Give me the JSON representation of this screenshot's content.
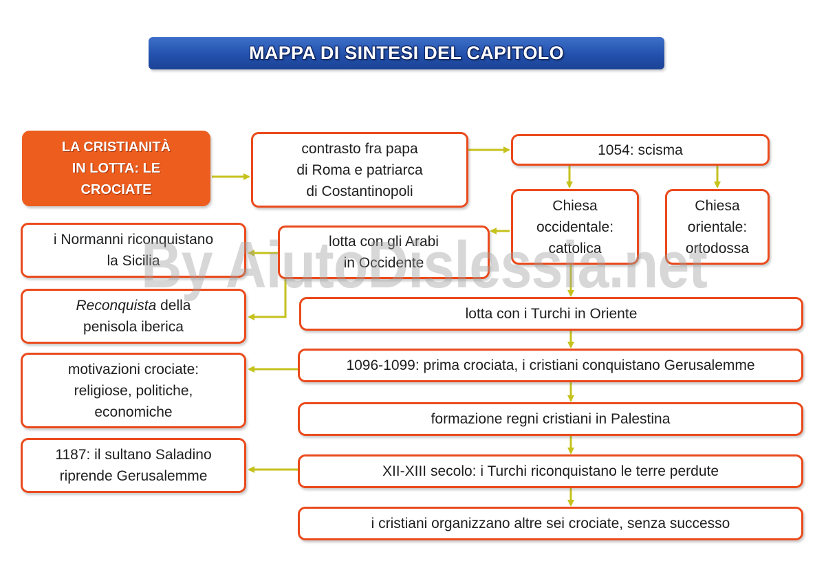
{
  "title": "MAPPA DI SINTESI DEL CAPITOLO",
  "watermark": "By AiutoDislessia.net",
  "colors": {
    "title_bar": "#2351ad",
    "box_border": "#ea4a1c",
    "topic_fill": "#ec5d1e",
    "arrow": "#c6c21c"
  },
  "nodes": {
    "topic": "LA CRISTIANITÀ\nIN LOTTA: LE\nCROCIATE",
    "contrast": "contrasto fra papa\ndi Roma e patriarca\ndi Costantinopoli",
    "schism": "1054: scisma",
    "western_church": "Chiesa\noccidentale:\ncattolica",
    "eastern_church": "Chiesa\norientale:\nortodossa",
    "arabs_west": "lotta con gli Arabi\nin Occidente",
    "normans": "i Normanni riconquistano\nla Sicilia",
    "reconquista_italic": "Reconquista",
    "reconquista_rest": " della\npenisola iberica",
    "turks_east": "lotta con i Turchi in Oriente",
    "first_crusade": "1096-1099: prima crociata, i cristiani conquistano Gerusalemme",
    "motivations": "motivazioni crociate:\nreligiose, politiche,\neconomiche",
    "kingdoms": "formazione regni cristiani in Palestina",
    "saladin": "1187: il sultano Saladino\nriprende Gerusalemme",
    "reconquest_turks": "XII-XIII secolo: i Turchi riconquistano le terre perdute",
    "other_crusades": "i cristiani organizzano altre sei crociate, senza successo"
  }
}
